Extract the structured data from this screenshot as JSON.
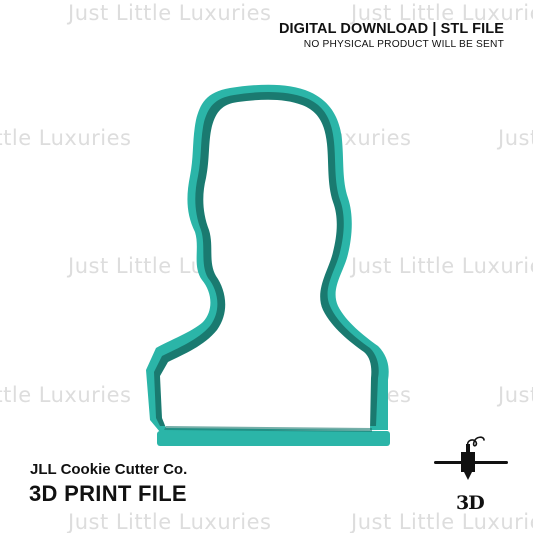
{
  "header": {
    "title": "DIGITAL DOWNLOAD | STL FILE",
    "subtitle": "NO PHYSICAL PRODUCT WILL BE SENT"
  },
  "brand": {
    "company": "JLL Cookie Cutter Co.",
    "file_type": "3D PRINT FILE"
  },
  "watermark": {
    "text": "Just Little Luxuries",
    "color": "#dddddd"
  },
  "product": {
    "image": "cookie-cutter-bust-outline",
    "color": "#2bb5a8",
    "inner_color": "#1a7a70"
  },
  "icon": {
    "name": "3d-printer-icon",
    "label": "3D"
  }
}
